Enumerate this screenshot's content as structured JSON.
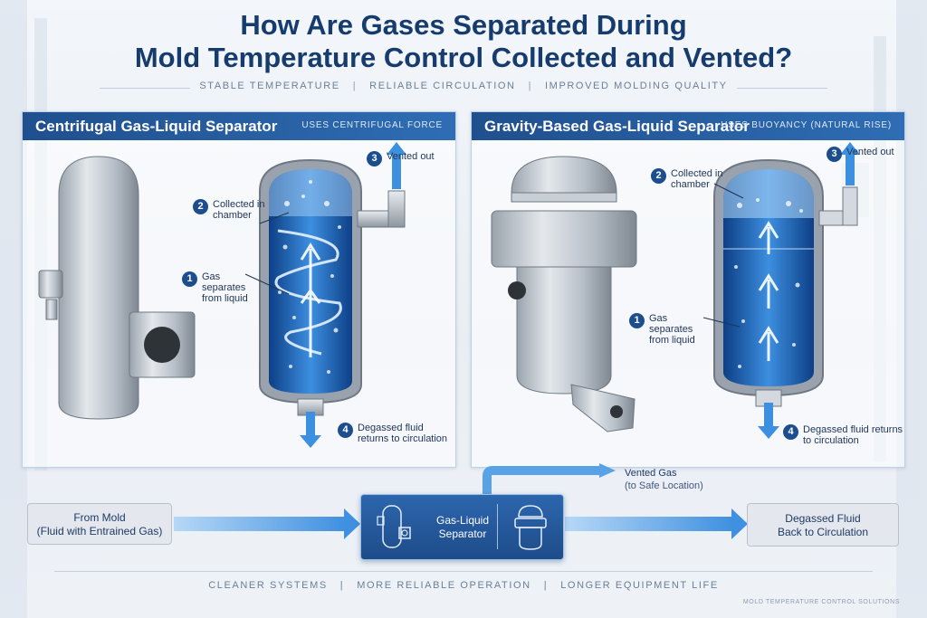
{
  "header": {
    "title_line1": "How Are Gases Separated During",
    "title_line2": "Mold Temperature Control Collected and Vented?",
    "taglines": [
      "STABLE TEMPERATURE",
      "RELIABLE CIRCULATION",
      "IMPROVED MOLDING QUALITY"
    ]
  },
  "panels": {
    "left": {
      "title": "Centrifugal Gas-Liquid Separator",
      "subtitle": "USES CENTRIFUGAL FORCE",
      "steps": [
        {
          "num": "1",
          "text": "Gas separates from liquid"
        },
        {
          "num": "2",
          "text": "Collected in chamber"
        },
        {
          "num": "3",
          "text": "Vented out"
        },
        {
          "num": "4",
          "text": "Degassed fluid returns to circulation"
        }
      ]
    },
    "right": {
      "title": "Gravity-Based Gas-Liquid Separator",
      "subtitle": "USES BUOYANCY (NATURAL RISE)",
      "steps": [
        {
          "num": "1",
          "text": "Gas separates from liquid"
        },
        {
          "num": "2",
          "text": "Collected in chamber"
        },
        {
          "num": "3",
          "text": "Vented out"
        },
        {
          "num": "4",
          "text": "Degassed fluid returns to circulation"
        }
      ]
    }
  },
  "flow": {
    "input_line1": "From Mold",
    "input_line2": "(Fluid with Entrained Gas)",
    "separator_line1": "Gas-Liquid",
    "separator_line2": "Separator",
    "vent_line1": "Vented Gas",
    "vent_line2": "(to Safe Location)",
    "output_line1": "Degassed Fluid",
    "output_line2": "Back to Circulation"
  },
  "footer": {
    "items": [
      "CLEANER SYSTEMS",
      "MORE RELIABLE OPERATION",
      "LONGER EQUIPMENT LIFE"
    ],
    "brand": "MOLD TEMPERATURE CONTROL SOLUTIONS"
  },
  "colors": {
    "title": "#163c6e",
    "panel_header": "#1f4f8e",
    "fluid": "#2f7fd0",
    "step_badge": "#1c4d8c"
  }
}
